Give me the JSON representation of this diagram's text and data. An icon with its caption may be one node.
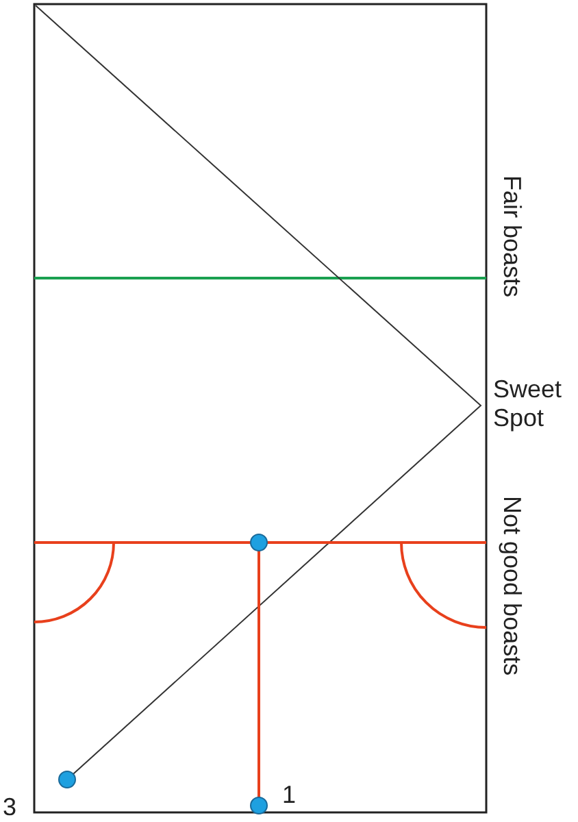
{
  "diagram": {
    "labels": [
      "Fair boasts",
      "Sweet Spot",
      "Not good boasts",
      "3",
      "1"
    ]
  }
}
